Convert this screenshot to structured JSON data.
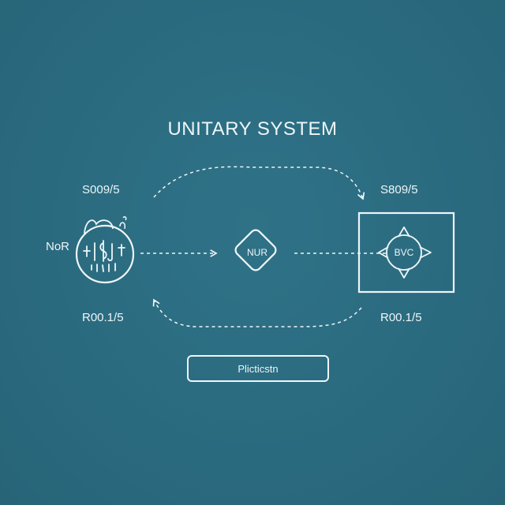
{
  "title": "UNITARY SYSTEM",
  "labels": {
    "top_left": "S009/5",
    "top_right": "S809/5",
    "left_node": "NoR",
    "bottom_left": "R00.1/5",
    "bottom_right": "R00.1/5"
  },
  "nodes": {
    "middle": "NUR",
    "right": "BVC"
  },
  "button_label": "Plicticstn",
  "icons": {
    "left_node": "circuit-glyph-icon",
    "middle_node": "diamond-node-icon",
    "right_node": "diamond-compass-icon"
  },
  "colors": {
    "background": "#2b6b80",
    "stroke": "#eef6f8"
  }
}
